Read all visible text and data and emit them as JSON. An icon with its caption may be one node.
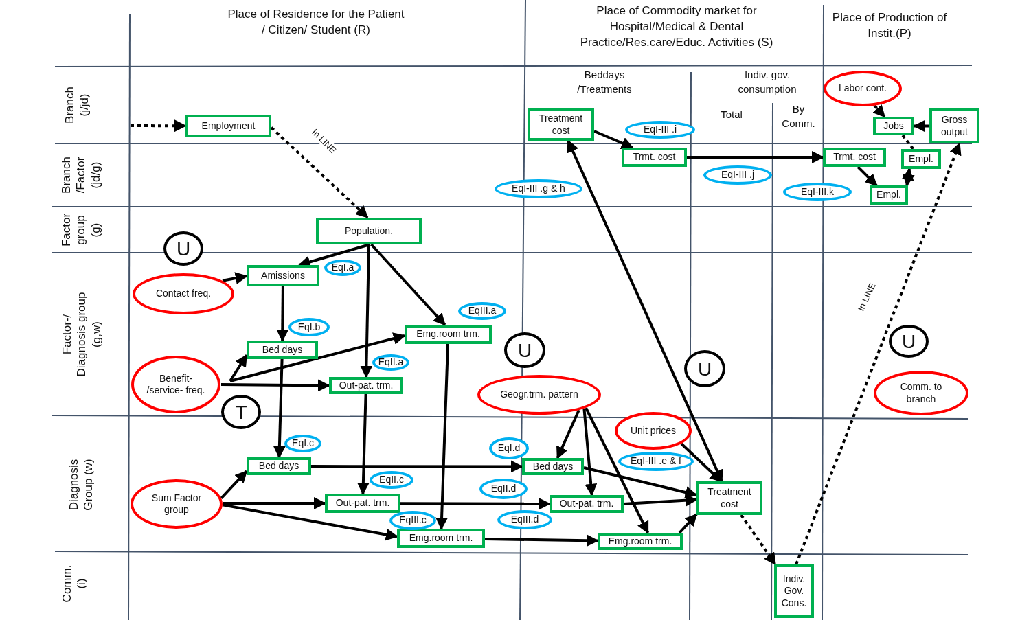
{
  "diagram": {
    "nodes": [
      {
        "text": [
          "Employment"
        ]
      },
      {
        "text": [
          "Population."
        ]
      },
      {
        "text": [
          "Amissions"
        ]
      },
      {
        "text": [
          "Bed days"
        ]
      },
      {
        "text": [
          "Emg.room trm."
        ]
      },
      {
        "text": [
          "Out-pat. trm."
        ]
      },
      {
        "text": [
          "Contact freq."
        ]
      },
      {
        "text": [
          "Benefit- /service- freq."
        ]
      },
      {
        "text": [
          "Sum Factor group"
        ]
      },
      {
        "text": [
          "Bed days"
        ]
      },
      {
        "text": [
          "Out-pat. trm."
        ]
      },
      {
        "text": [
          "Emg.room trm."
        ]
      },
      {
        "text": [
          "Geogr.trm. pattern"
        ]
      },
      {
        "text": [
          "Bed days"
        ]
      },
      {
        "text": [
          "Out-pat. trm."
        ]
      },
      {
        "text": [
          "Emg.room trm."
        ]
      },
      {
        "text": [
          "Unit prices"
        ]
      },
      {
        "text": [
          "Treatment cost"
        ]
      },
      {
        "text": [
          "Treatment cost"
        ]
      },
      {
        "text": [
          "Trmt. cost"
        ]
      },
      {
        "text": [
          "Trmt. cost"
        ]
      },
      {
        "text": [
          "Labor cont."
        ]
      },
      {
        "text": [
          "Jobs"
        ]
      },
      {
        "text": [
          "Gross output"
        ]
      },
      {
        "text": [
          "Empl."
        ]
      },
      {
        "text": [
          "Empl."
        ]
      },
      {
        "text": [
          "Indiv. Gov. Cons."
        ]
      },
      {
        "text": [
          "Comm. to branch"
        ]
      },
      {
        "text": [
          "EqI-III .i"
        ]
      },
      {
        "text": [
          "EqI-III .g & h"
        ]
      },
      {
        "text": [
          "EqI-III .j"
        ]
      },
      {
        "text": [
          "EqI-III.k"
        ]
      },
      {
        "text": [
          "EqI.a"
        ]
      },
      {
        "text": [
          "EqI.b"
        ]
      },
      {
        "text": [
          "EqIII.a"
        ]
      },
      {
        "text": [
          "EqII.a"
        ]
      },
      {
        "text": [
          "EqI.c"
        ]
      },
      {
        "text": [
          "EqII.c"
        ]
      },
      {
        "text": [
          "EqIII.c"
        ]
      },
      {
        "text": [
          "EqI.d"
        ]
      },
      {
        "text": [
          "EqII.d"
        ]
      },
      {
        "text": [
          "EqIII.d"
        ]
      },
      {
        "text": [
          "EqI-III .e & f"
        ]
      },
      {
        "text": [
          "U"
        ]
      },
      {
        "text": [
          "T"
        ]
      },
      {
        "text": [
          "U"
        ]
      },
      {
        "text": [
          "U"
        ]
      },
      {
        "text": [
          "U"
        ]
      }
    ],
    "edges": [
      {
        "from": null,
        "to": 0,
        "arrow": "to",
        "style": "dashed"
      },
      {
        "from": 0,
        "to": 1,
        "arrow": "to",
        "style": "dashed",
        "label": "In LINE"
      },
      {
        "from": 1,
        "to": 2,
        "arrow": "to"
      },
      {
        "from": 1,
        "to": 5,
        "arrow": "to"
      },
      {
        "from": 1,
        "to": 4,
        "arrow": "to"
      },
      {
        "from": 6,
        "to": 2,
        "arrow": "to"
      },
      {
        "from": 2,
        "to": 3,
        "arrow": "to"
      },
      {
        "from": 7,
        "to": 3,
        "arrow": "to"
      },
      {
        "from": 7,
        "to": 4,
        "arrow": "to"
      },
      {
        "from": 7,
        "to": 5,
        "arrow": "to"
      },
      {
        "from": 3,
        "to": 9,
        "arrow": "to"
      },
      {
        "from": 5,
        "to": 10,
        "arrow": "to"
      },
      {
        "from": 4,
        "to": 11,
        "arrow": "to"
      },
      {
        "from": 8,
        "to": 9,
        "arrow": "to"
      },
      {
        "from": 8,
        "to": 10,
        "arrow": "to"
      },
      {
        "from": 8,
        "to": 11,
        "arrow": "to"
      },
      {
        "from": 9,
        "to": 13,
        "arrow": "to"
      },
      {
        "from": 10,
        "to": 14,
        "arrow": "to"
      },
      {
        "from": 11,
        "to": 15,
        "arrow": "to"
      },
      {
        "from": 12,
        "to": 13,
        "arrow": "to"
      },
      {
        "from": 12,
        "to": 14,
        "arrow": "to"
      },
      {
        "from": 12,
        "to": 15,
        "arrow": "to"
      },
      {
        "from": 13,
        "to": 17,
        "arrow": "to"
      },
      {
        "from": 14,
        "to": 17,
        "arrow": "to"
      },
      {
        "from": 15,
        "to": 17,
        "arrow": "to"
      },
      {
        "from": 16,
        "to": 17,
        "arrow": "to"
      },
      {
        "from": 17,
        "to": 18,
        "arrow": "both"
      },
      {
        "from": 18,
        "to": 19,
        "arrow": "to"
      },
      {
        "from": 19,
        "to": 20,
        "arrow": "to"
      },
      {
        "from": 20,
        "to": 25,
        "arrow": "to"
      },
      {
        "from": 21,
        "to": 22,
        "arrow": "to",
        "style": "dashed"
      },
      {
        "from": 23,
        "to": 22,
        "arrow": "to"
      },
      {
        "from": 22,
        "to": 24,
        "arrow": "none",
        "style": "dashed"
      },
      {
        "from": 24,
        "to": 25,
        "arrow": "both",
        "style": "dashed"
      },
      {
        "from": 17,
        "to": 26,
        "arrow": "to",
        "style": "dashed"
      },
      {
        "from": 26,
        "to": 23,
        "arrow": "to",
        "style": "dashed",
        "label": "In LINE"
      }
    ],
    "labels": [
      "Place of Residence for the Patient / Citizen/ Student (R)",
      "Place of Commodity market for Hospital/Medical & Dental Practice/Res.care/Educ. Activities (S)",
      "Place of Production of Instit.(P)",
      "Branch (j/jd)",
      "Beddays /Treatments",
      "Indiv. gov. consumption",
      "Total",
      "By Comm.",
      "Branch /Factor (jd/g)",
      "Factor group (g)",
      "Factor-/ Diagnosis group (g,w)",
      "Diagnosis Group (w)",
      "Comm. (i)"
    ]
  }
}
